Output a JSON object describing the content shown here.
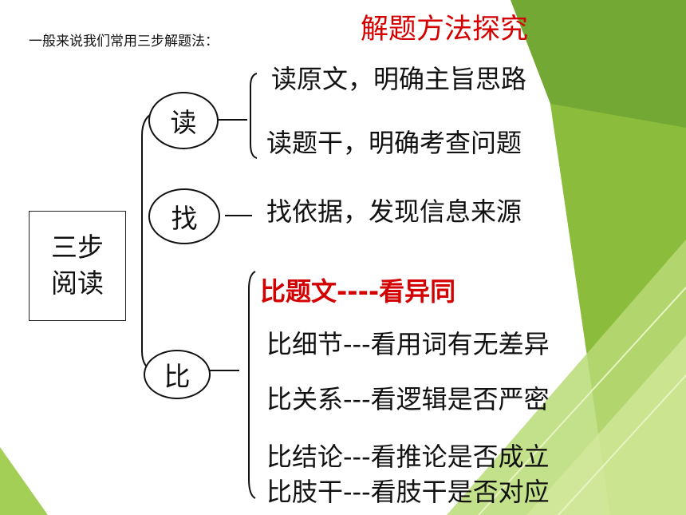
{
  "header": {
    "intro": "一般来说我们常用三步解题法：",
    "title": "解题方法探究"
  },
  "root": {
    "line1": "三步",
    "line2": "阅读"
  },
  "steps": [
    {
      "label": "读",
      "items": [
        "读原文，明确主旨思路",
        "读题干，明确考查问题"
      ]
    },
    {
      "label": "找",
      "items": [
        "找依据，发现信息来源"
      ]
    },
    {
      "label": "比",
      "items": [
        "比题文----看异同",
        "比细节---看用词有无差异",
        "比关系---看逻辑是否严密",
        "比结论---看推论是否成立",
        "比肢干---看肢干是否对应"
      ]
    }
  ],
  "colors": {
    "accent_red": "#d40000",
    "green_dark": "#6aa329",
    "green_light": "#b7d874"
  }
}
